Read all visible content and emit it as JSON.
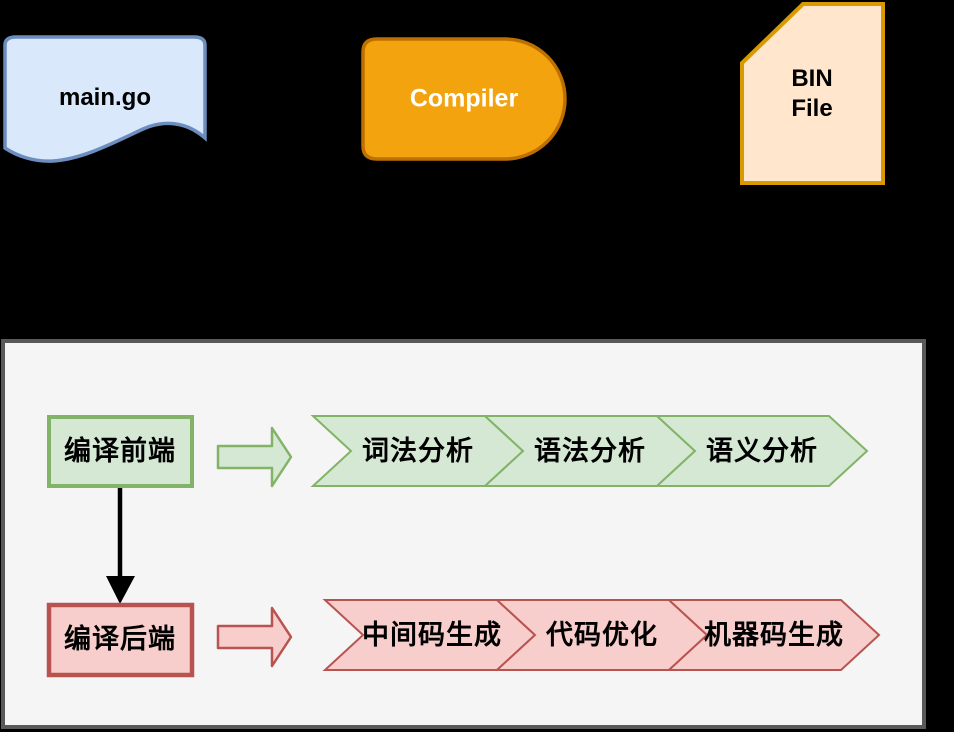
{
  "background": "#000000",
  "top_row": {
    "source_file": {
      "label": "main.go",
      "fill": "#dae8fc",
      "stroke": "#6c8ebf",
      "text_color": "#000000"
    },
    "compiler": {
      "label": "Compiler",
      "fill": "#f2a30d",
      "stroke": "#bd7000",
      "text_color": "#ffffff"
    },
    "bin_file": {
      "line1": "BIN",
      "line2": "File",
      "fill": "#ffe6cc",
      "stroke": "#d79b00",
      "text_color": "#000000"
    }
  },
  "panel": {
    "fill": "#f5f5f5",
    "stroke": "#595959",
    "connector_color": "#000000",
    "frontend": {
      "label": "编译前端",
      "fill": "#d5e8d4",
      "stroke": "#82b366",
      "stages": [
        "词法分析",
        "语法分析",
        "语义分析"
      ]
    },
    "backend": {
      "label": "编译后端",
      "fill": "#f8cecc",
      "stroke": "#b85450",
      "stages": [
        "中间码生成",
        "代码优化",
        "机器码生成"
      ]
    }
  }
}
